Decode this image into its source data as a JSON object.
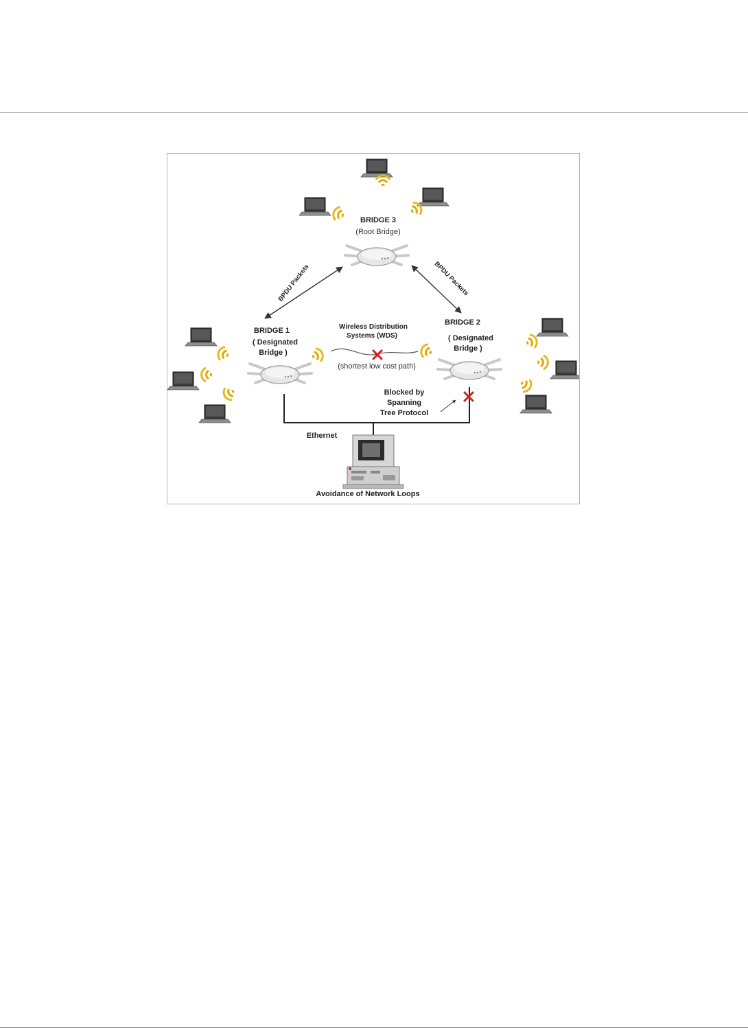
{
  "diagram": {
    "caption": "Avoidance of Network Loops",
    "bridge3": {
      "name": "BRIDGE 3",
      "role": "(Root Bridge)"
    },
    "bridge1": {
      "name": "BRIDGE 1",
      "role_line1": "( Designated",
      "role_line2": "Bridge )"
    },
    "bridge2": {
      "name": "BRIDGE 2",
      "role_line1": "( Designated",
      "role_line2": "Bridge )"
    },
    "bpdu_left": "BPDU Packets",
    "bpdu_right": "BPDU Packets",
    "wds_line1": "Wireless Distribution",
    "wds_line2": "Systems (WDS)",
    "shortest_path": "(shortest low cost path)",
    "blocked_line1": "Blocked by",
    "blocked_line2": "Spanning",
    "blocked_line3": "Tree Protocol",
    "ethernet": "Ethernet",
    "colors": {
      "blocked_x": "#cc2020",
      "wifi_signal": "#e0a800",
      "link": "#333333"
    }
  }
}
